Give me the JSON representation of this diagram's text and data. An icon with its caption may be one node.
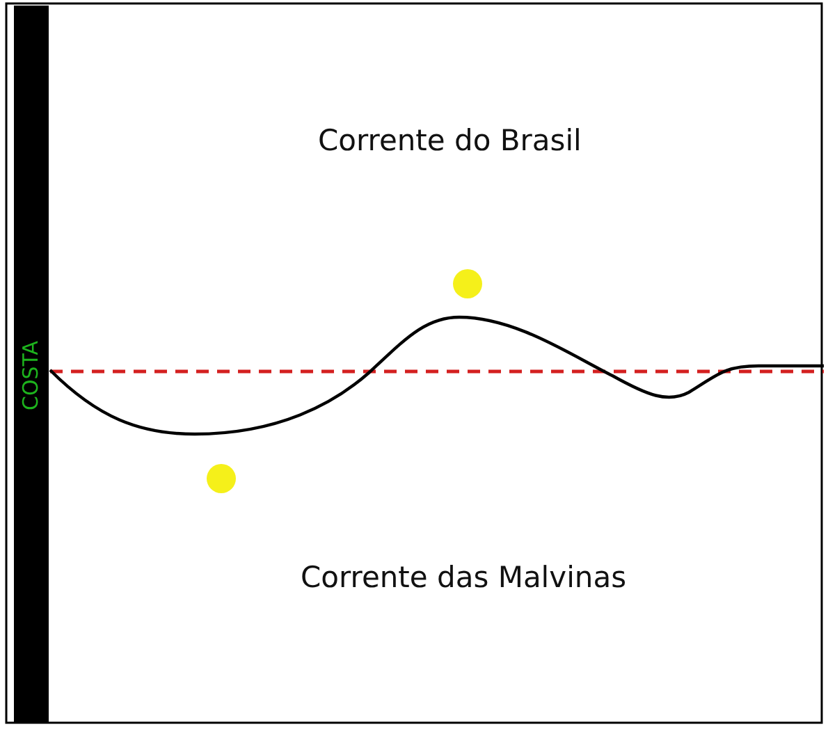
{
  "diagram": {
    "labels": [
      "Corrente do Brasil",
      "COSTA",
      "Corrente das Malvinas"
    ]
  }
}
